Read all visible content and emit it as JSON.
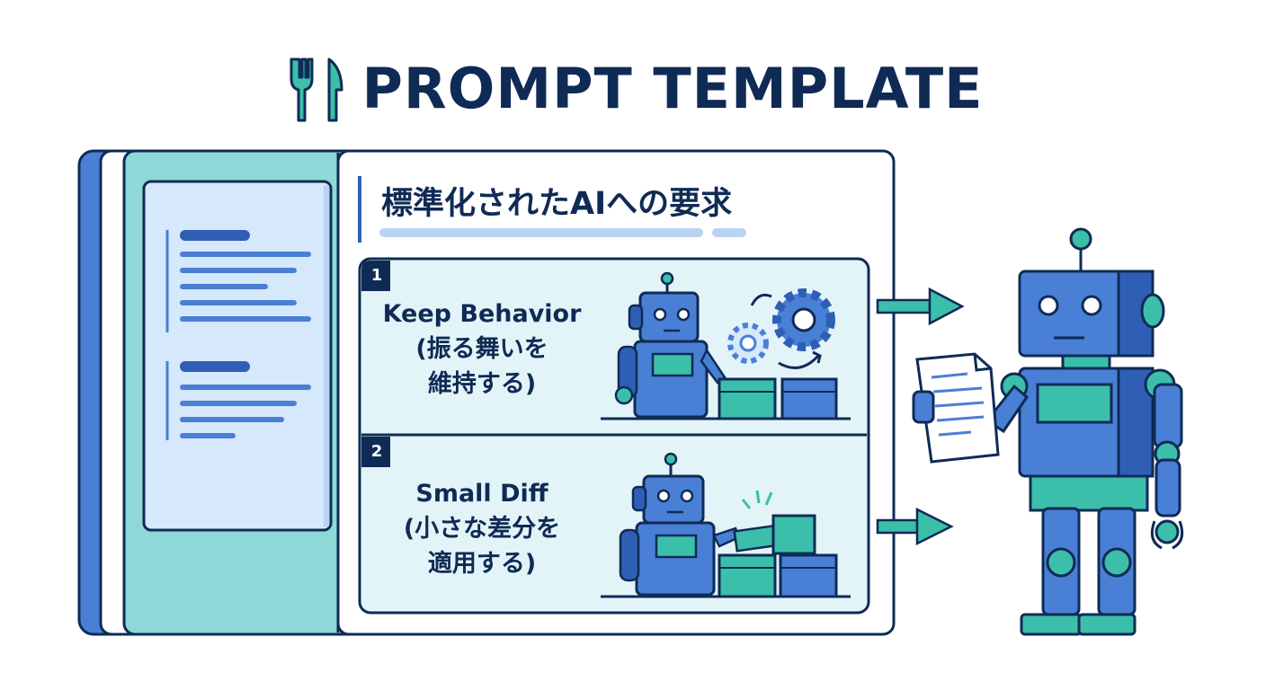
{
  "title": "PROMPT TEMPLATE",
  "title_icon": "fork-knife-icon",
  "panel": {
    "heading": "標準化されたAIへの要求"
  },
  "steps": [
    {
      "number": "1",
      "line1": "Keep Behavior",
      "line2": "(振る舞いを",
      "line3": "維持する)",
      "illustration": "robot-gears-boxes-icon"
    },
    {
      "number": "2",
      "line1": "Small Diff",
      "line2": "(小さな差分を",
      "line3": "適用する)",
      "illustration": "robot-applying-box-icon"
    }
  ],
  "colors": {
    "navy": "#0f2b55",
    "blue": "#4a7fd6",
    "dark_blue": "#2f5fb5",
    "teal": "#3bbfaa",
    "light_teal": "#8ed8d8",
    "pale_panel": "#e3f4f8",
    "pale_blue": "#d6e8fb"
  }
}
